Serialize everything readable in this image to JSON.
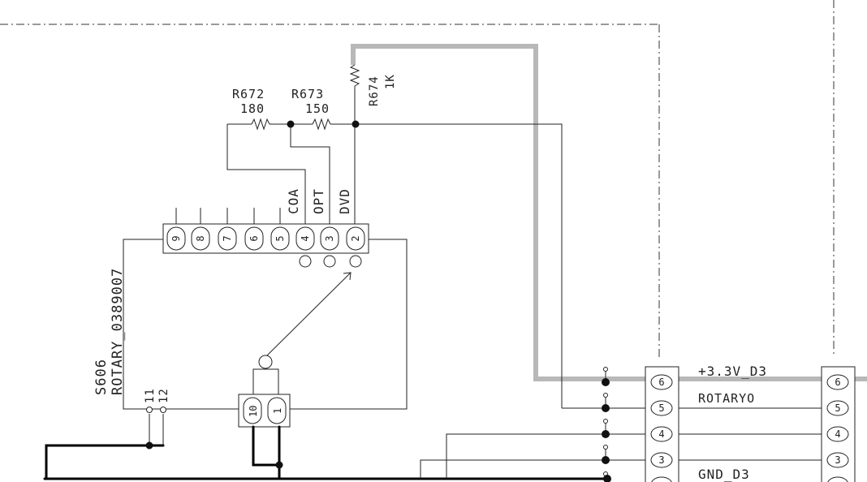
{
  "resistors": {
    "r672": {
      "ref": "R672",
      "value": "180"
    },
    "r673": {
      "ref": "R673",
      "value": "150"
    },
    "r674": {
      "ref": "R674",
      "value": "1K"
    }
  },
  "switch": {
    "ref": "S606",
    "part": "ROTARY_0389007",
    "pins_top": [
      "9",
      "8",
      "7",
      "6",
      "5",
      "4",
      "3",
      "2"
    ],
    "pin_labels": {
      "coa": "COA",
      "opt": "OPT",
      "dvd": "DVD"
    },
    "pins_bottom": [
      "10",
      "1"
    ],
    "side_pins": [
      "11",
      "12"
    ]
  },
  "connector": {
    "pins": [
      "6",
      "5",
      "4",
      "3"
    ],
    "net_labels": {
      "pin6": "+3.3V_D3",
      "pin5": "ROTARYO",
      "pin3": "GND_D3"
    }
  }
}
